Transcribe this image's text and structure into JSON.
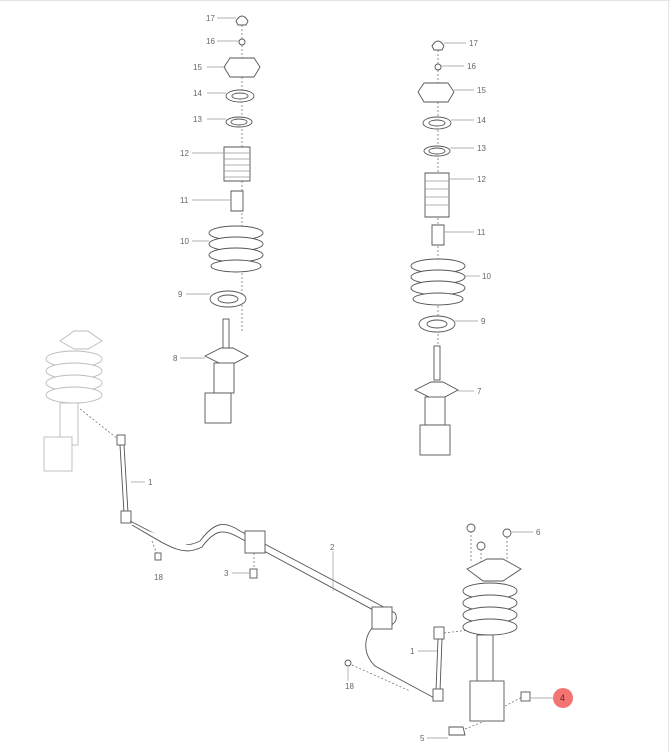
{
  "diagram": {
    "left_strut_labels": [
      "17",
      "16",
      "15",
      "14",
      "13",
      "12",
      "11",
      "10",
      "9",
      "8"
    ],
    "right_strut_labels": [
      "17",
      "16",
      "15",
      "14",
      "13",
      "12",
      "11",
      "10",
      "9",
      "7"
    ],
    "assembly_labels": {
      "link_left": "1",
      "stabilizer_bar": "2",
      "bushing_bolt": "3",
      "nut_left": "18",
      "top_nuts": "6",
      "link_right": "1",
      "nut_right": "18",
      "lower_nut": "4",
      "lower_bolt": "5"
    },
    "highlighted_label": "4",
    "highlight_color": "#f47474"
  }
}
